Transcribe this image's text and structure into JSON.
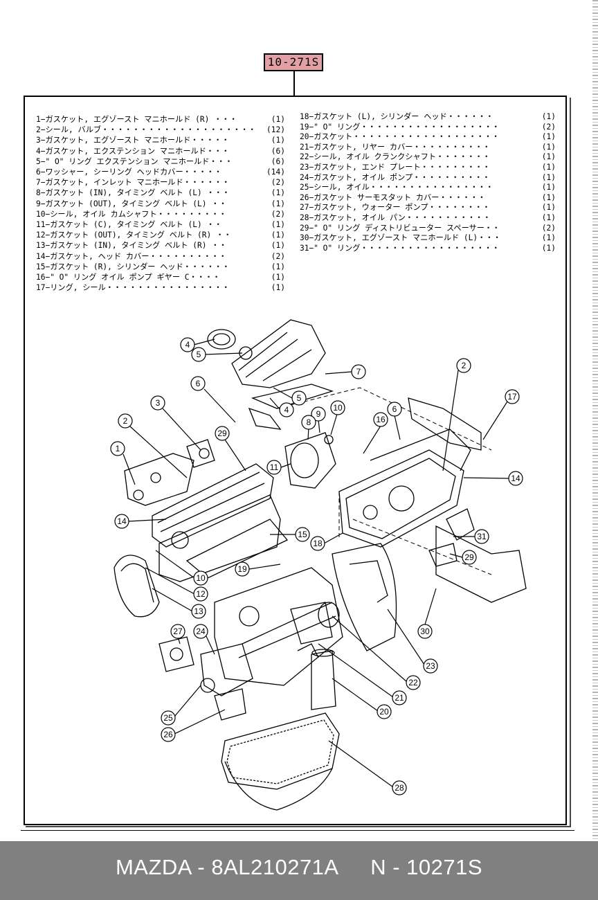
{
  "ref": "10-271S",
  "parts_left": [
    {
      "text": "1−ガスケット, エグゾースト マニホールド (R) ・・・",
      "qty": "(1)"
    },
    {
      "text": "2−シール, バルブ・・・・・・・・・・・・・・・・・・・・",
      "qty": "(12)"
    },
    {
      "text": "3−ガスケット, エグゾースト マニホールド・・・・・",
      "qty": "(1)"
    },
    {
      "text": "4−ガスケット, エクステンション マニホールド・・・",
      "qty": "(6)"
    },
    {
      "text": "5−\" O\" リング エクステンション マニホールド・・・",
      "qty": "(6)"
    },
    {
      "text": "6−ワッシャー, シーリング ヘッドカバー・・・・・",
      "qty": "(14)"
    },
    {
      "text": "7−ガスケット, インレット マニホールド・・・・・・",
      "qty": "(2)"
    },
    {
      "text": "8−ガスケット (IN), タイミング ベルト (L) ・・・",
      "qty": "(1)"
    },
    {
      "text": "9−ガスケット (OUT), タイミング ベルト (L) ・・",
      "qty": "(1)"
    },
    {
      "text": "10−シール, オイル カムシャフト・・・・・・・・・",
      "qty": "(2)"
    },
    {
      "text": "11−ガスケット (C), タイミング ベルト (L) ・・",
      "qty": "(1)"
    },
    {
      "text": "12−ガスケット (OUT), タイミング ベルト (R) ・・",
      "qty": "(1)"
    },
    {
      "text": "13−ガスケット (IN), タイミング ベルト (R) ・・",
      "qty": "(1)"
    },
    {
      "text": "14−ガスケット, ヘッド カバー・・・・・・・・・・",
      "qty": "(2)"
    },
    {
      "text": "15−ガスケット (R), シリンダー ヘッド・・・・・・",
      "qty": "(1)"
    },
    {
      "text": "16−\" O\" リング オイル ポンプ ギヤー C・・・・",
      "qty": "(1)"
    },
    {
      "text": "17−リング, シール・・・・・・・・・・・・・・・・",
      "qty": "(1)"
    }
  ],
  "parts_right": [
    {
      "text": "18−ガスケット (L), シリンダー ヘッド・・・・・・",
      "qty": "(1)"
    },
    {
      "text": "19−\" O\" リング・・・・・・・・・・・・・・・・・・",
      "qty": "(2)"
    },
    {
      "text": "20−ガスケット・・・・・・・・・・・・・・・・・・・",
      "qty": "(1)"
    },
    {
      "text": "21−ガスケット, リヤー カバー・・・・・・・・・・",
      "qty": "(1)"
    },
    {
      "text": "22−シール, オイル クランクシャフト・・・・・・・",
      "qty": "(1)"
    },
    {
      "text": "23−ガスケット, エンド プレート・・・・・・・・・",
      "qty": "(1)"
    },
    {
      "text": "24−ガスケット, オイル ポンプ・・・・・・・・・・",
      "qty": "(1)"
    },
    {
      "text": "25−シール, オイル・・・・・・・・・・・・・・・・",
      "qty": "(1)"
    },
    {
      "text": "26−ガスケット サーモスタット カバー・・・・・・",
      "qty": "(1)"
    },
    {
      "text": "27−ガスケット, ウォーター ポンプ・・・・・・・・",
      "qty": "(1)"
    },
    {
      "text": "28−ガスケット, オイル パン・・・・・・・・・・・",
      "qty": "(1)"
    },
    {
      "text": "29−\" O\" リング ディストリビューター スペーサー・・",
      "qty": "(2)"
    },
    {
      "text": "30−ガスケット, エグゾースト マニホールド (L)・・・",
      "qty": "(1)"
    },
    {
      "text": "31−\" O\" リング・・・・・・・・・・・・・・・・・・",
      "qty": "(1)"
    }
  ],
  "callouts": [
    "4",
    "5",
    "7",
    "5",
    "4",
    "6",
    "3",
    "2",
    "1",
    "29",
    "9",
    "8",
    "10",
    "11",
    "14",
    "15",
    "18",
    "16",
    "6",
    "2",
    "17",
    "14",
    "31",
    "29",
    "19",
    "10",
    "12",
    "13",
    "27",
    "24",
    "25",
    "26",
    "23",
    "22",
    "21",
    "20",
    "28",
    "30"
  ],
  "footer": {
    "brand": "MAZDA - 8AL210271A",
    "code": "N - 10271S"
  },
  "colors": {
    "ref_label_bg": "#e3a0a4",
    "footer_bg": "#808080",
    "footer_text": "#ffffff"
  }
}
